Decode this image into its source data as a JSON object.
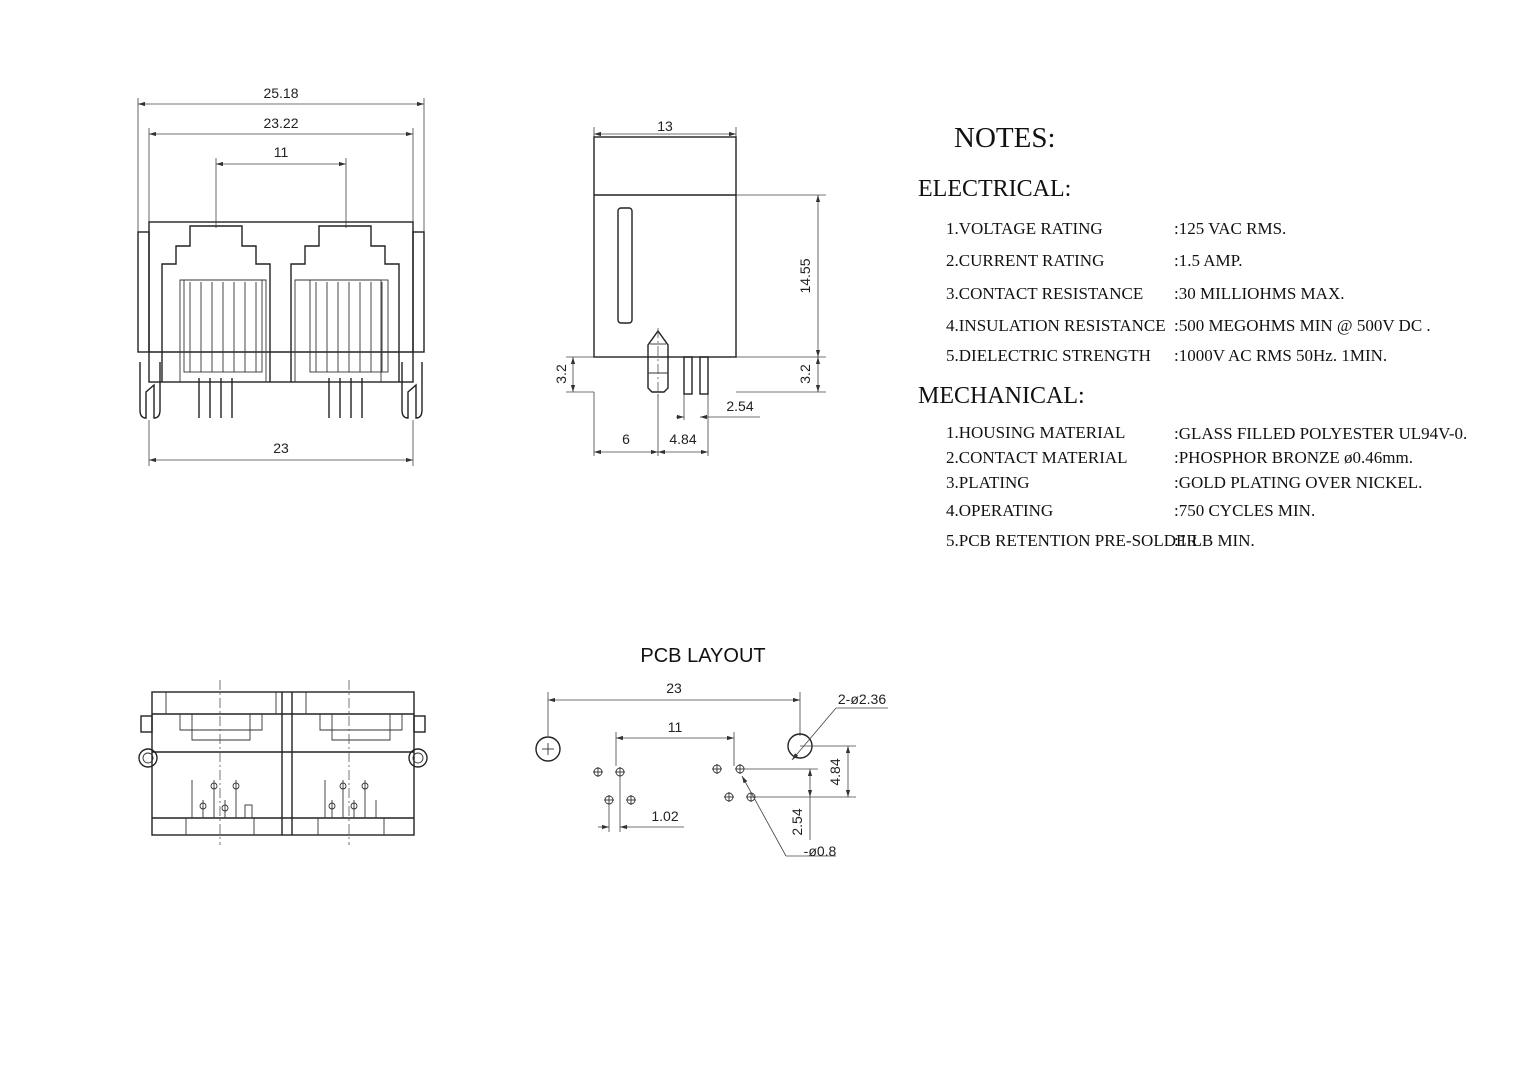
{
  "front_view": {
    "dim_overall": "25.18",
    "dim_inner": "23.22",
    "dim_port_pitch": "11",
    "dim_pin_span": "23"
  },
  "side_view": {
    "dim_depth": "13",
    "dim_height": "14.55",
    "dim_standoff_left": "3.2",
    "dim_standoff_right": "3.2",
    "dim_pin_pitch": "2.54",
    "dim_post_offset": "6",
    "dim_row_spacing": "4.84"
  },
  "pcb_layout": {
    "title": "PCB LAYOUT",
    "dim_mount_span": "23",
    "dim_port_pitch": "11",
    "dim_mount_hole": "2-ø2.36",
    "dim_row_spacing": "4.84",
    "dim_pin_pitch": "2.54",
    "dim_pin_offset": "1.02",
    "dim_pin_hole": "-ø0.8"
  },
  "notes": {
    "heading": "NOTES:",
    "electrical_heading": "ELECTRICAL:",
    "electrical": [
      {
        "label": "1.VOLTAGE RATING",
        "value": ":125 VAC RMS."
      },
      {
        "label": "2.CURRENT RATING",
        "value": ":1.5 AMP."
      },
      {
        "label": "3.CONTACT RESISTANCE",
        "value": ":30 MILLIOHMS MAX."
      },
      {
        "label": "4.INSULATION RESISTANCE",
        "value": ":500 MEGOHMS MIN @ 500V DC ."
      },
      {
        "label": "5.DIELECTRIC STRENGTH",
        "value": ":1000V AC RMS 50Hz. 1MIN."
      }
    ],
    "mechanical_heading": "MECHANICAL:",
    "mechanical": [
      {
        "label": "1.HOUSING MATERIAL",
        "value": ":GLASS FILLED POLYESTER UL94V-0."
      },
      {
        "label": "2.CONTACT MATERIAL",
        "value": ":PHOSPHOR BRONZE ø0.46mm."
      },
      {
        "label": "3.PLATING",
        "value": ":GOLD PLATING OVER NICKEL."
      },
      {
        "label": "4.OPERATING",
        "value": ":750 CYCLES MIN."
      },
      {
        "label": "5.PCB RETENTION PRE-SOLDER",
        "value": ":1 LB MIN."
      }
    ]
  }
}
